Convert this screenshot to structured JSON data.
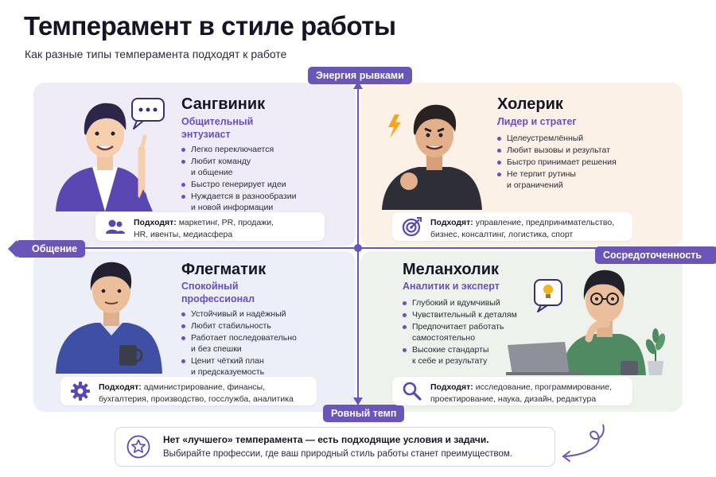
{
  "header": {
    "title": "Темперамент в стиле работы",
    "subtitle": "Как разные типы темперамента подходят к работе"
  },
  "axes": {
    "top": "Энергия рывками",
    "bottom": "Ровный темп",
    "left": "Общение",
    "right": "Сосредоточенность"
  },
  "quadrants": {
    "sanguine": {
      "name": "Сангвиник",
      "tagline": [
        "Общительный",
        "энтузиаст"
      ],
      "traits": [
        [
          "Легко переключается"
        ],
        [
          "Любит команду",
          "и общение"
        ],
        [
          "Быстро генерирует идеи"
        ],
        [
          "Нуждается в разнообразии",
          "и новой информации"
        ]
      ],
      "fit_label": "Подходят:",
      "fit_text": [
        " маркетинг, PR, продажи,",
        "HR, ивенты, медиасфера"
      ],
      "icon": "people-icon"
    },
    "choleric": {
      "name": "Холерик",
      "tagline": [
        "Лидер и стратег"
      ],
      "traits": [
        [
          "Целеустремлённый"
        ],
        [
          "Любит вызовы и результат"
        ],
        [
          "Быстро принимает решения"
        ],
        [
          "Не терпит рутины",
          "и ограничений"
        ]
      ],
      "fit_label": "Подходят:",
      "fit_text": [
        " управление, предпринимательство,",
        "бизнес, консалтинг, логистика, спорт"
      ],
      "icon": "target-icon"
    },
    "phlegmatic": {
      "name": "Флегматик",
      "tagline": [
        "Спокойный",
        "профессионал"
      ],
      "traits": [
        [
          "Устойчивый и надёжный"
        ],
        [
          "Любит стабильность"
        ],
        [
          "Работает последовательно",
          "и без спешки"
        ],
        [
          "Ценит чёткий план",
          "и предсказуемость"
        ]
      ],
      "fit_label": "Подходят:",
      "fit_text": [
        " администрирование, финансы,",
        "бухгалтерия, производство, госслужба, аналитика"
      ],
      "icon": "gear-icon"
    },
    "melancholic": {
      "name": "Меланхолик",
      "tagline": [
        "Аналитик и эксперт"
      ],
      "traits": [
        [
          "Глубокий и вдумчивый"
        ],
        [
          "Чувствительный к деталям"
        ],
        [
          "Предпочитает работать",
          "самостоятельно"
        ],
        [
          "Высокие стандарты",
          "к себе и результату"
        ]
      ],
      "fit_label": "Подходят:",
      "fit_text": [
        " исследование, программирование,",
        "проектирование, наука, дизайн, редактура"
      ],
      "icon": "search-icon"
    }
  },
  "footer": {
    "line1": "Нет «лучшего» темперамента — есть подходящие условия и задачи.",
    "line2": "Выбирайте профессии, где ваш природный стиль работы станет преимуществом.",
    "icon": "star-icon"
  },
  "colors": {
    "accent": "#6a55b8",
    "accent_text": "#6a4fbf",
    "panel_sanguine": "#efecf8",
    "panel_choleric": "#fbf1e6",
    "panel_phlegmatic": "#eceef8",
    "panel_melancholic": "#edf2ec"
  }
}
